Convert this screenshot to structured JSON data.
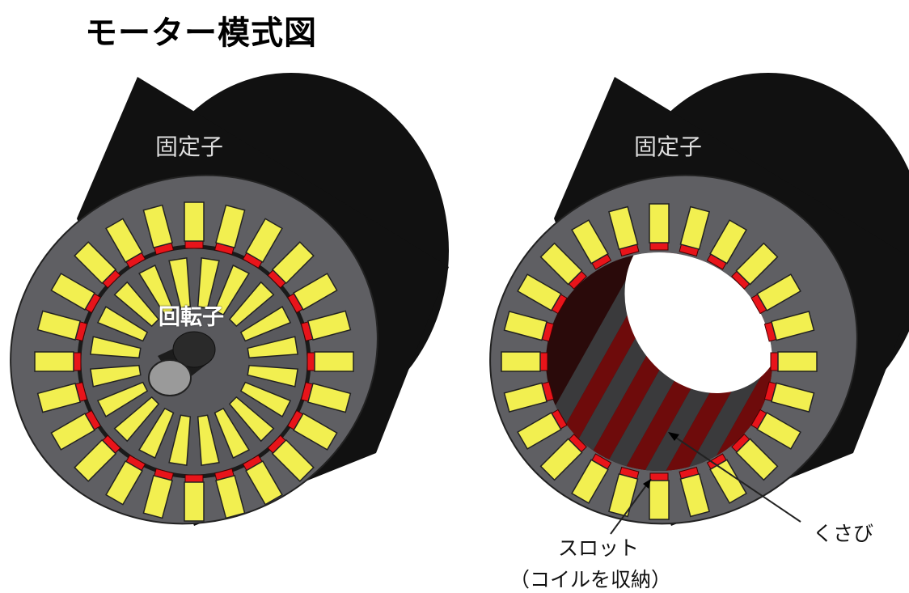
{
  "title": "モーター模式図",
  "left_motor": {
    "stator_label": "固定子",
    "rotor_label": "回転子",
    "stator_slots": 24,
    "rotor_slots": 20
  },
  "right_motor": {
    "stator_label": "固定子",
    "stator_slots": 24
  },
  "callouts": {
    "slot": "スロット",
    "slot_note": "（コイルを収納）",
    "wedge": "くさび"
  },
  "colors": {
    "body": "#111111",
    "face": "#5f5f63",
    "coil": "#f2ef50",
    "wedge": "#e8141a",
    "bore_red": "#6e0b0b",
    "bore_dark": "#3a3a3c"
  }
}
